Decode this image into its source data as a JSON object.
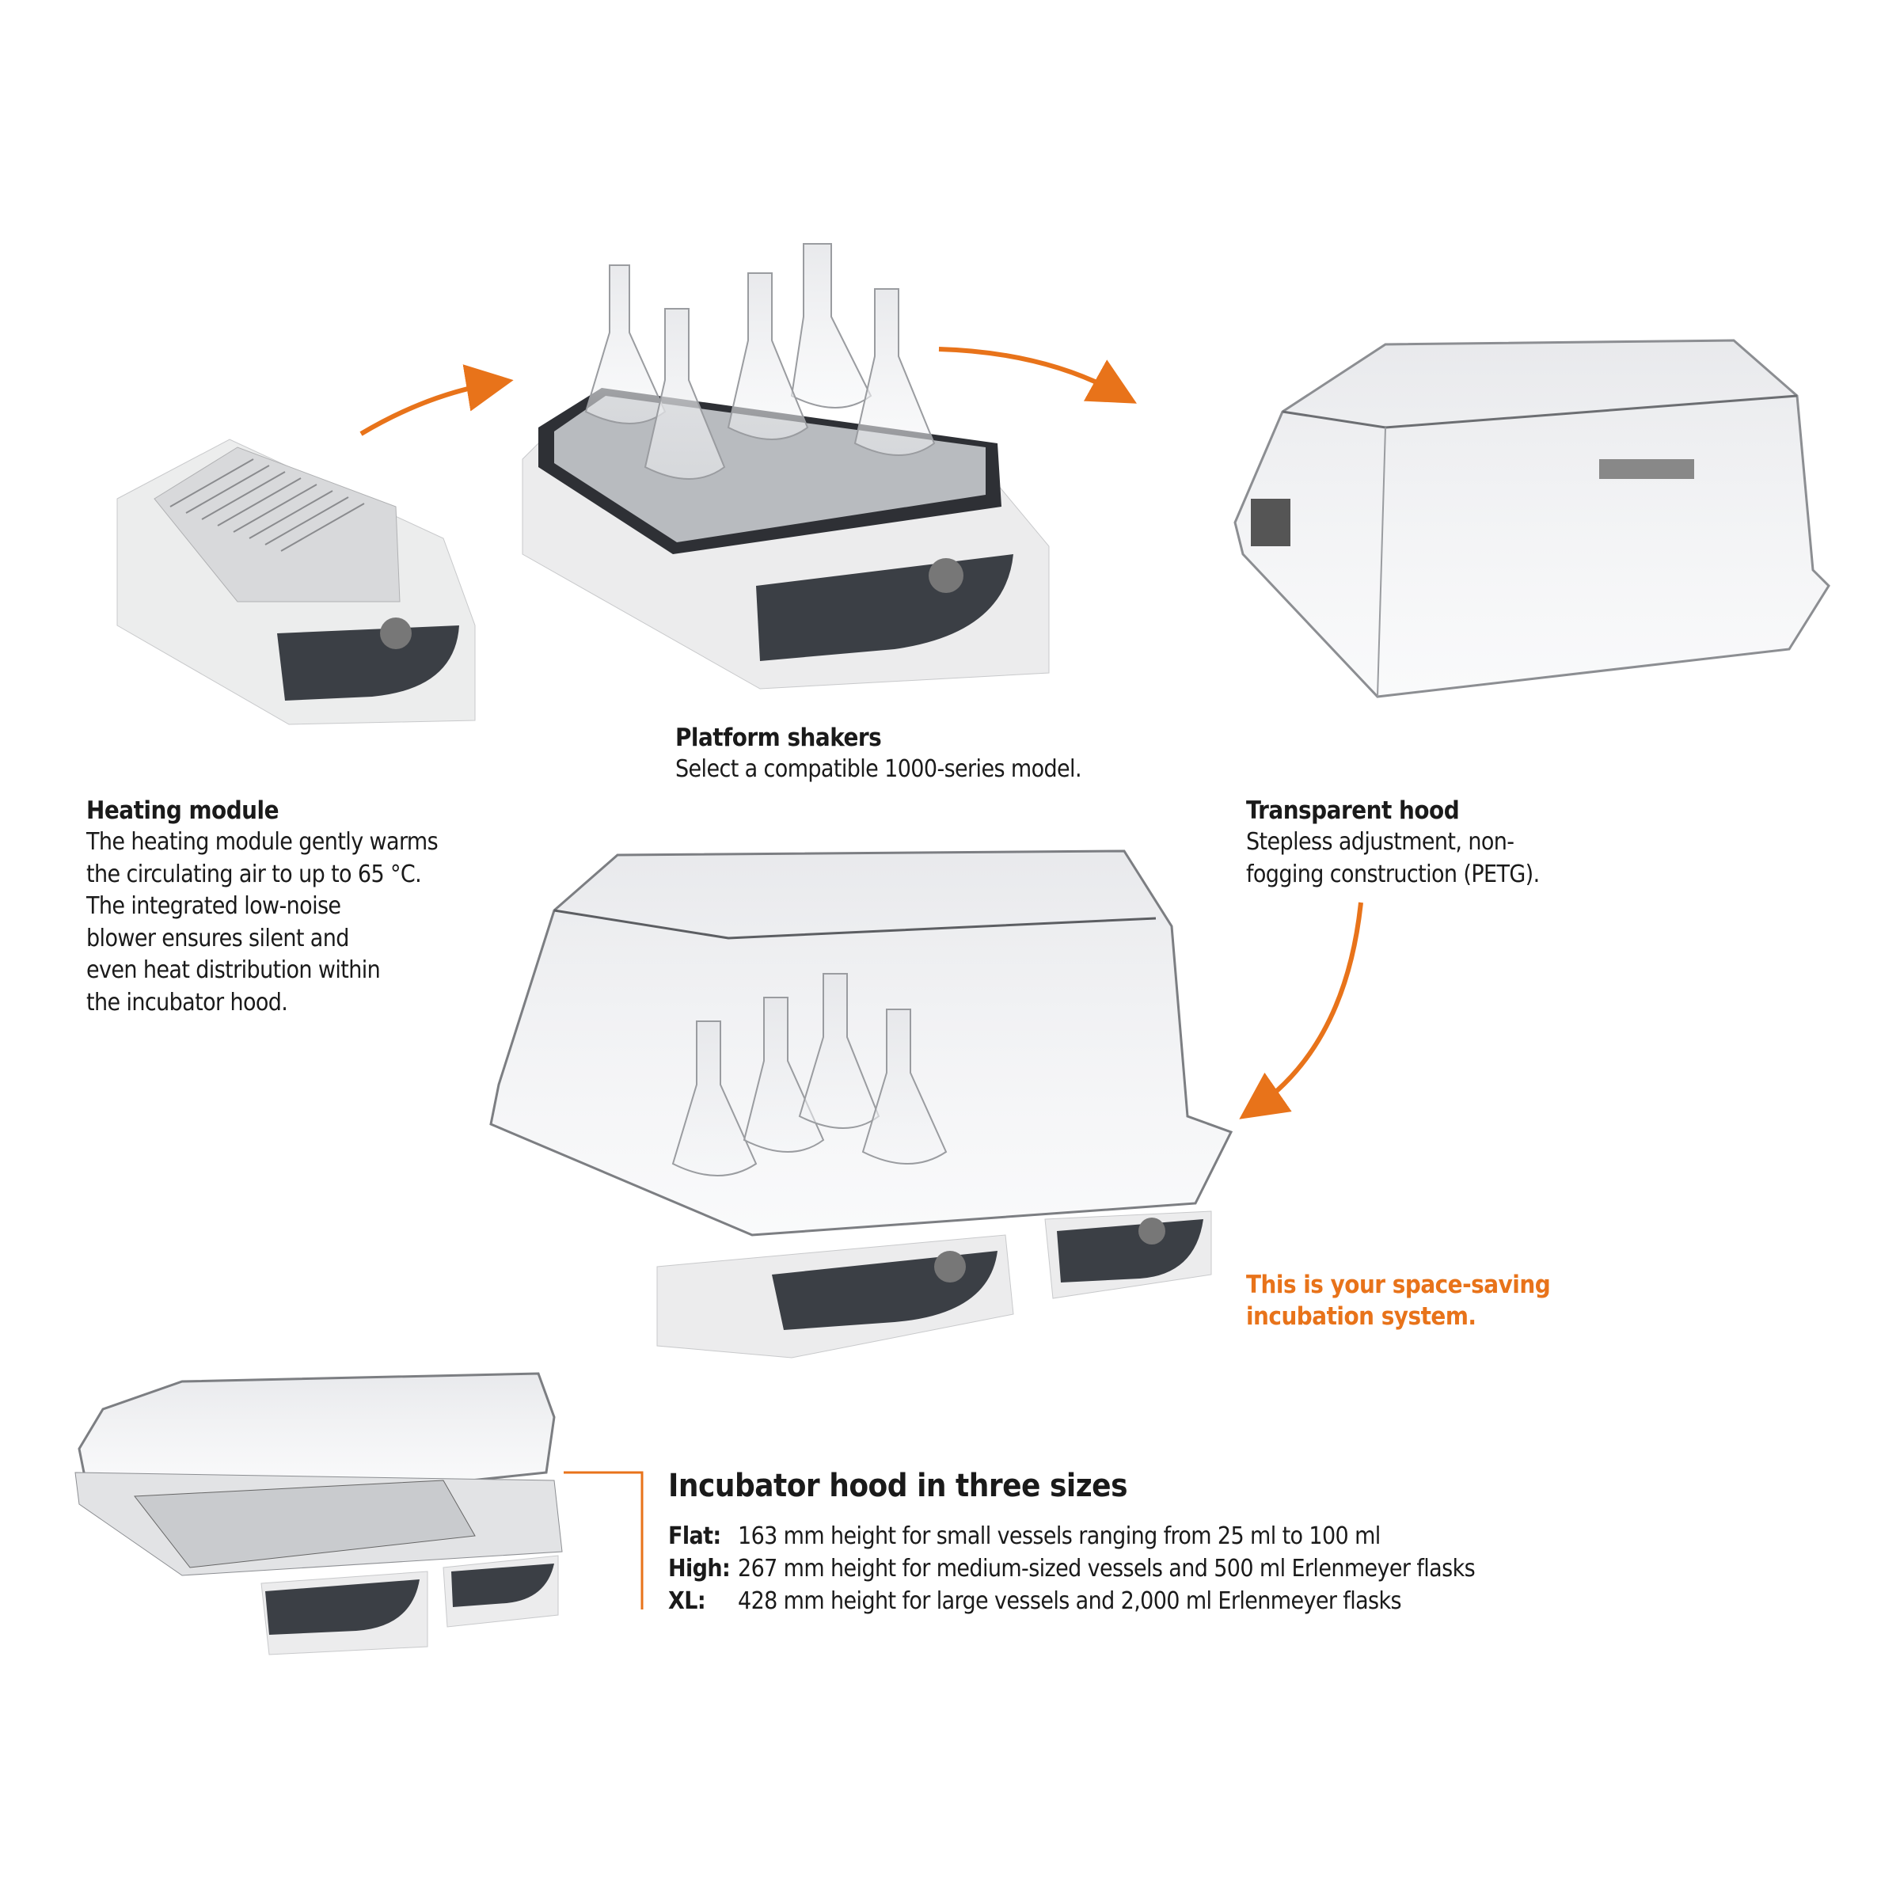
{
  "colors": {
    "accent": "#e8731a",
    "text": "#1a1a1a",
    "panel": "#3b3f45"
  },
  "platform_shakers": {
    "title": "Platform shakers",
    "text": "Select a compatible 1000-series model."
  },
  "heating_module": {
    "title": "Heating module",
    "lines": [
      "The heating module gently warms",
      "the circulating air to up to 65 °C.",
      "The integrated low-noise",
      "blower ensures silent and",
      "even heat distribution within",
      "the incubator hood."
    ]
  },
  "transparent_hood": {
    "title": "Transparent hood",
    "lines": [
      "Stepless adjustment, non-",
      "fogging construction (PETG)."
    ]
  },
  "highlight": {
    "lines": [
      "This is your space-saving",
      "incubation system."
    ]
  },
  "sizes": {
    "title": "Incubator hood in three sizes",
    "rows": [
      {
        "label": "Flat:",
        "text": "163 mm height for small vessels ranging from 25 ml to 100 ml"
      },
      {
        "label": "High:",
        "text": "267 mm height for medium-sized vessels and 500 ml Erlenmeyer flasks"
      },
      {
        "label": "XL:",
        "text": "428 mm height for large vessels and 2,000 ml Erlenmeyer flasks"
      }
    ]
  }
}
